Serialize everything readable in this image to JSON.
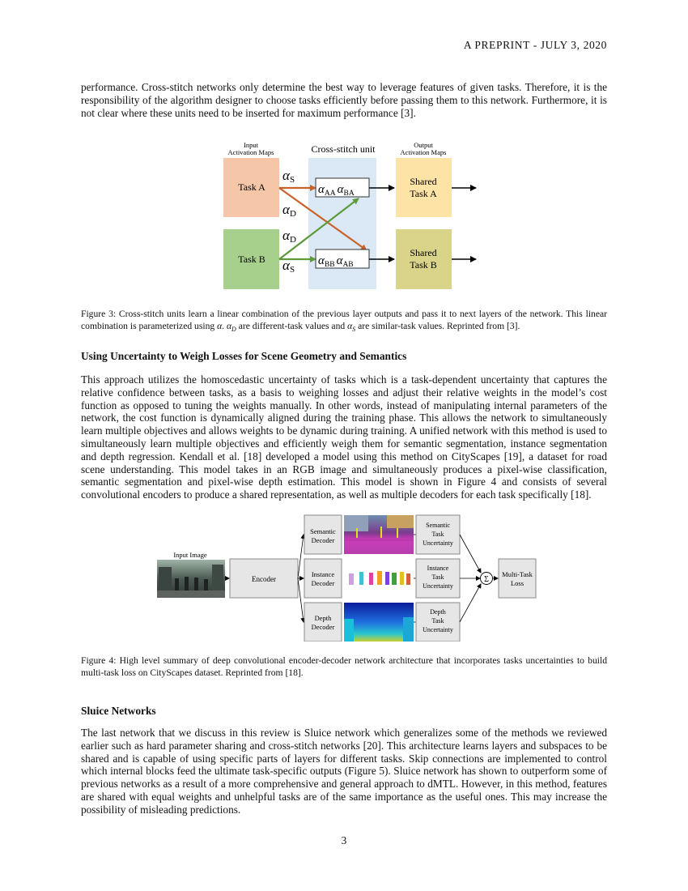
{
  "header": "A PREPRINT - JULY 3, 2020",
  "para1": "performance. Cross-stitch networks only determine the best way to leverage features of given tasks. Therefore, it is the responsibility of the algorithm designer to choose tasks efficiently before passing them to this network. Furthermore, it is not clear where these units need to be inserted for maximum performance [3].",
  "fig3": {
    "input_label_1": "Input",
    "input_label_2": "Activation Maps",
    "unit_label": "Cross-stitch unit",
    "output_label_1": "Output",
    "output_label_2": "Activation Maps",
    "task_a": "Task A",
    "task_b": "Task B",
    "shared_a_1": "Shared",
    "shared_a_2": "Task A",
    "shared_b_1": "Shared",
    "shared_b_2": "Task B",
    "alpha": "α",
    "sub_s": "S",
    "sub_d": "D",
    "sub_aa": "AA",
    "sub_ba": "BA",
    "sub_bb": "BB",
    "sub_ab": "AB",
    "colors": {
      "task_a": "#f5c6a8",
      "task_b": "#a6d08c",
      "unit": "#dbe8f5",
      "shared_a": "#fde3a6",
      "shared_b": "#d9d48a",
      "orange_arrow": "#c9622a",
      "green_arrow": "#5c9a3c"
    }
  },
  "caption3_a": "Figure 3: Cross-stitch units learn a linear combination of the previous layer outputs and pass it to next layers of the network. This linear combination is parameterized using ",
  "caption3_alpha": "α",
  "caption3_b": ". ",
  "caption3_ad": "α",
  "caption3_ad_sub": "D",
  "caption3_c": " are different-task values and ",
  "caption3_as": "α",
  "caption3_as_sub": "S",
  "caption3_d": " are similar-task values. Reprinted from [3].",
  "heading1": "Using Uncertainty to Weigh Losses for Scene Geometry and Semantics",
  "para2": "This approach utilizes the homoscedastic uncertainty of tasks which is a task-dependent uncertainty that captures the relative confidence between tasks, as a basis to weighing losses and adjust their relative weights in the model’s cost function as opposed to tuning the weights manually. In other words, instead of manipulating internal parameters of the network, the cost function is dynamically aligned during the training phase. This allows the network to simultaneously learn multiple objectives and allows weights to be dynamic during training. A unified network with this method is used to simultaneously learn multiple objectives and efficiently weigh them for semantic segmentation, instance segmentation and depth regression. Kendall et al. [18] developed a model using this method on CityScapes [19], a dataset for road scene understanding. This model takes in an RGB image and simultaneously produces a pixel-wise classification, semantic segmentation and pixel-wise depth estimation. This model is shown in Figure 4 and consists of several convolutional encoders to produce a shared representation, as well as multiple decoders for each task specifically [18].",
  "fig4": {
    "input_image": "Input Image",
    "encoder": "Encoder",
    "semantic_decoder_1": "Semantic",
    "semantic_decoder_2": "Decoder",
    "instance_decoder_1": "Instance",
    "instance_decoder_2": "Decoder",
    "depth_decoder_1": "Depth",
    "depth_decoder_2": "Decoder",
    "sem_unc_1": "Semantic",
    "sem_unc_2": "Task",
    "sem_unc_3": "Uncertainty",
    "inst_unc_1": "Instance",
    "inst_unc_2": "Task",
    "inst_unc_3": "Uncertainty",
    "depth_unc_1": "Depth",
    "depth_unc_2": "Task",
    "depth_unc_3": "Uncertainty",
    "sum_symbol": "Σ",
    "loss_1": "Multi-Task",
    "loss_2": "Loss"
  },
  "caption4": "Figure 4: High level summary of deep convolutional encoder-decoder network architecture that incorporates tasks uncertainties to build multi-task loss on CityScapes dataset. Reprinted from [18].",
  "heading2": "Sluice Networks",
  "para3": "The last network that we discuss in this review is Sluice network which generalizes some of the methods we reviewed earlier such as hard parameter sharing and cross-stitch networks [20]. This architecture learns layers and subspaces to be shared and is capable of using specific parts of layers for different tasks. Skip connections are implemented to control which internal blocks feed the ultimate task-specific outputs (Figure 5). Sluice network has shown to outperform some of previous networks as a result of a more comprehensive and general approach to dMTL. However, in this method, features are shared with equal weights and unhelpful tasks are of the same importance as the useful ones. This may increase the possibility of misleading predictions.",
  "page_number": "3"
}
